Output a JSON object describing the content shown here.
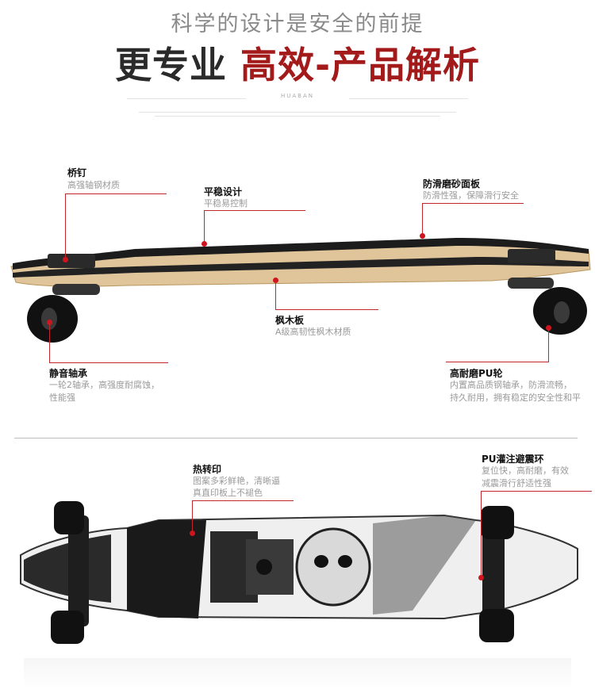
{
  "header": {
    "subtitle": "科学的设计是安全的前提",
    "title_part1": "更专业 ",
    "title_part2": "高效-产品解析",
    "brand_text": "HUABAN"
  },
  "callouts": {
    "bridge_nail": {
      "title": "桥钉",
      "desc": "高强轴钢材质"
    },
    "stable": {
      "title": "平稳设计",
      "desc": "平稳易控制"
    },
    "grip": {
      "title": "防滑磨砂面板",
      "desc": "防滑性强，保障滑行安全"
    },
    "maple": {
      "title": "枫木板",
      "desc": "A级高韧性枫木材质"
    },
    "bearing": {
      "title": "静音轴承",
      "desc_line1": "一轮2轴承，高强度耐腐蚀，",
      "desc_line2": "性能强"
    },
    "wheel": {
      "title": "高耐磨PU轮",
      "desc_line1": "内置高品质钢轴承，防滑流畅，",
      "desc_line2": "持久耐用，拥有稳定的安全性和平"
    },
    "heat_print": {
      "title": "热转印",
      "desc_line1": "图案多彩鲜艳，清晰逼",
      "desc_line2": "真直印板上不褪色"
    },
    "pu_ring": {
      "title": "PU灌注避震环",
      "desc_line1": "复位快，高耐磨，有效",
      "desc_line2": "减震滑行舒适性强"
    }
  },
  "colors": {
    "accent": "#c1272d",
    "deck": "#1c1c1c",
    "wood": "#e0c49a"
  }
}
